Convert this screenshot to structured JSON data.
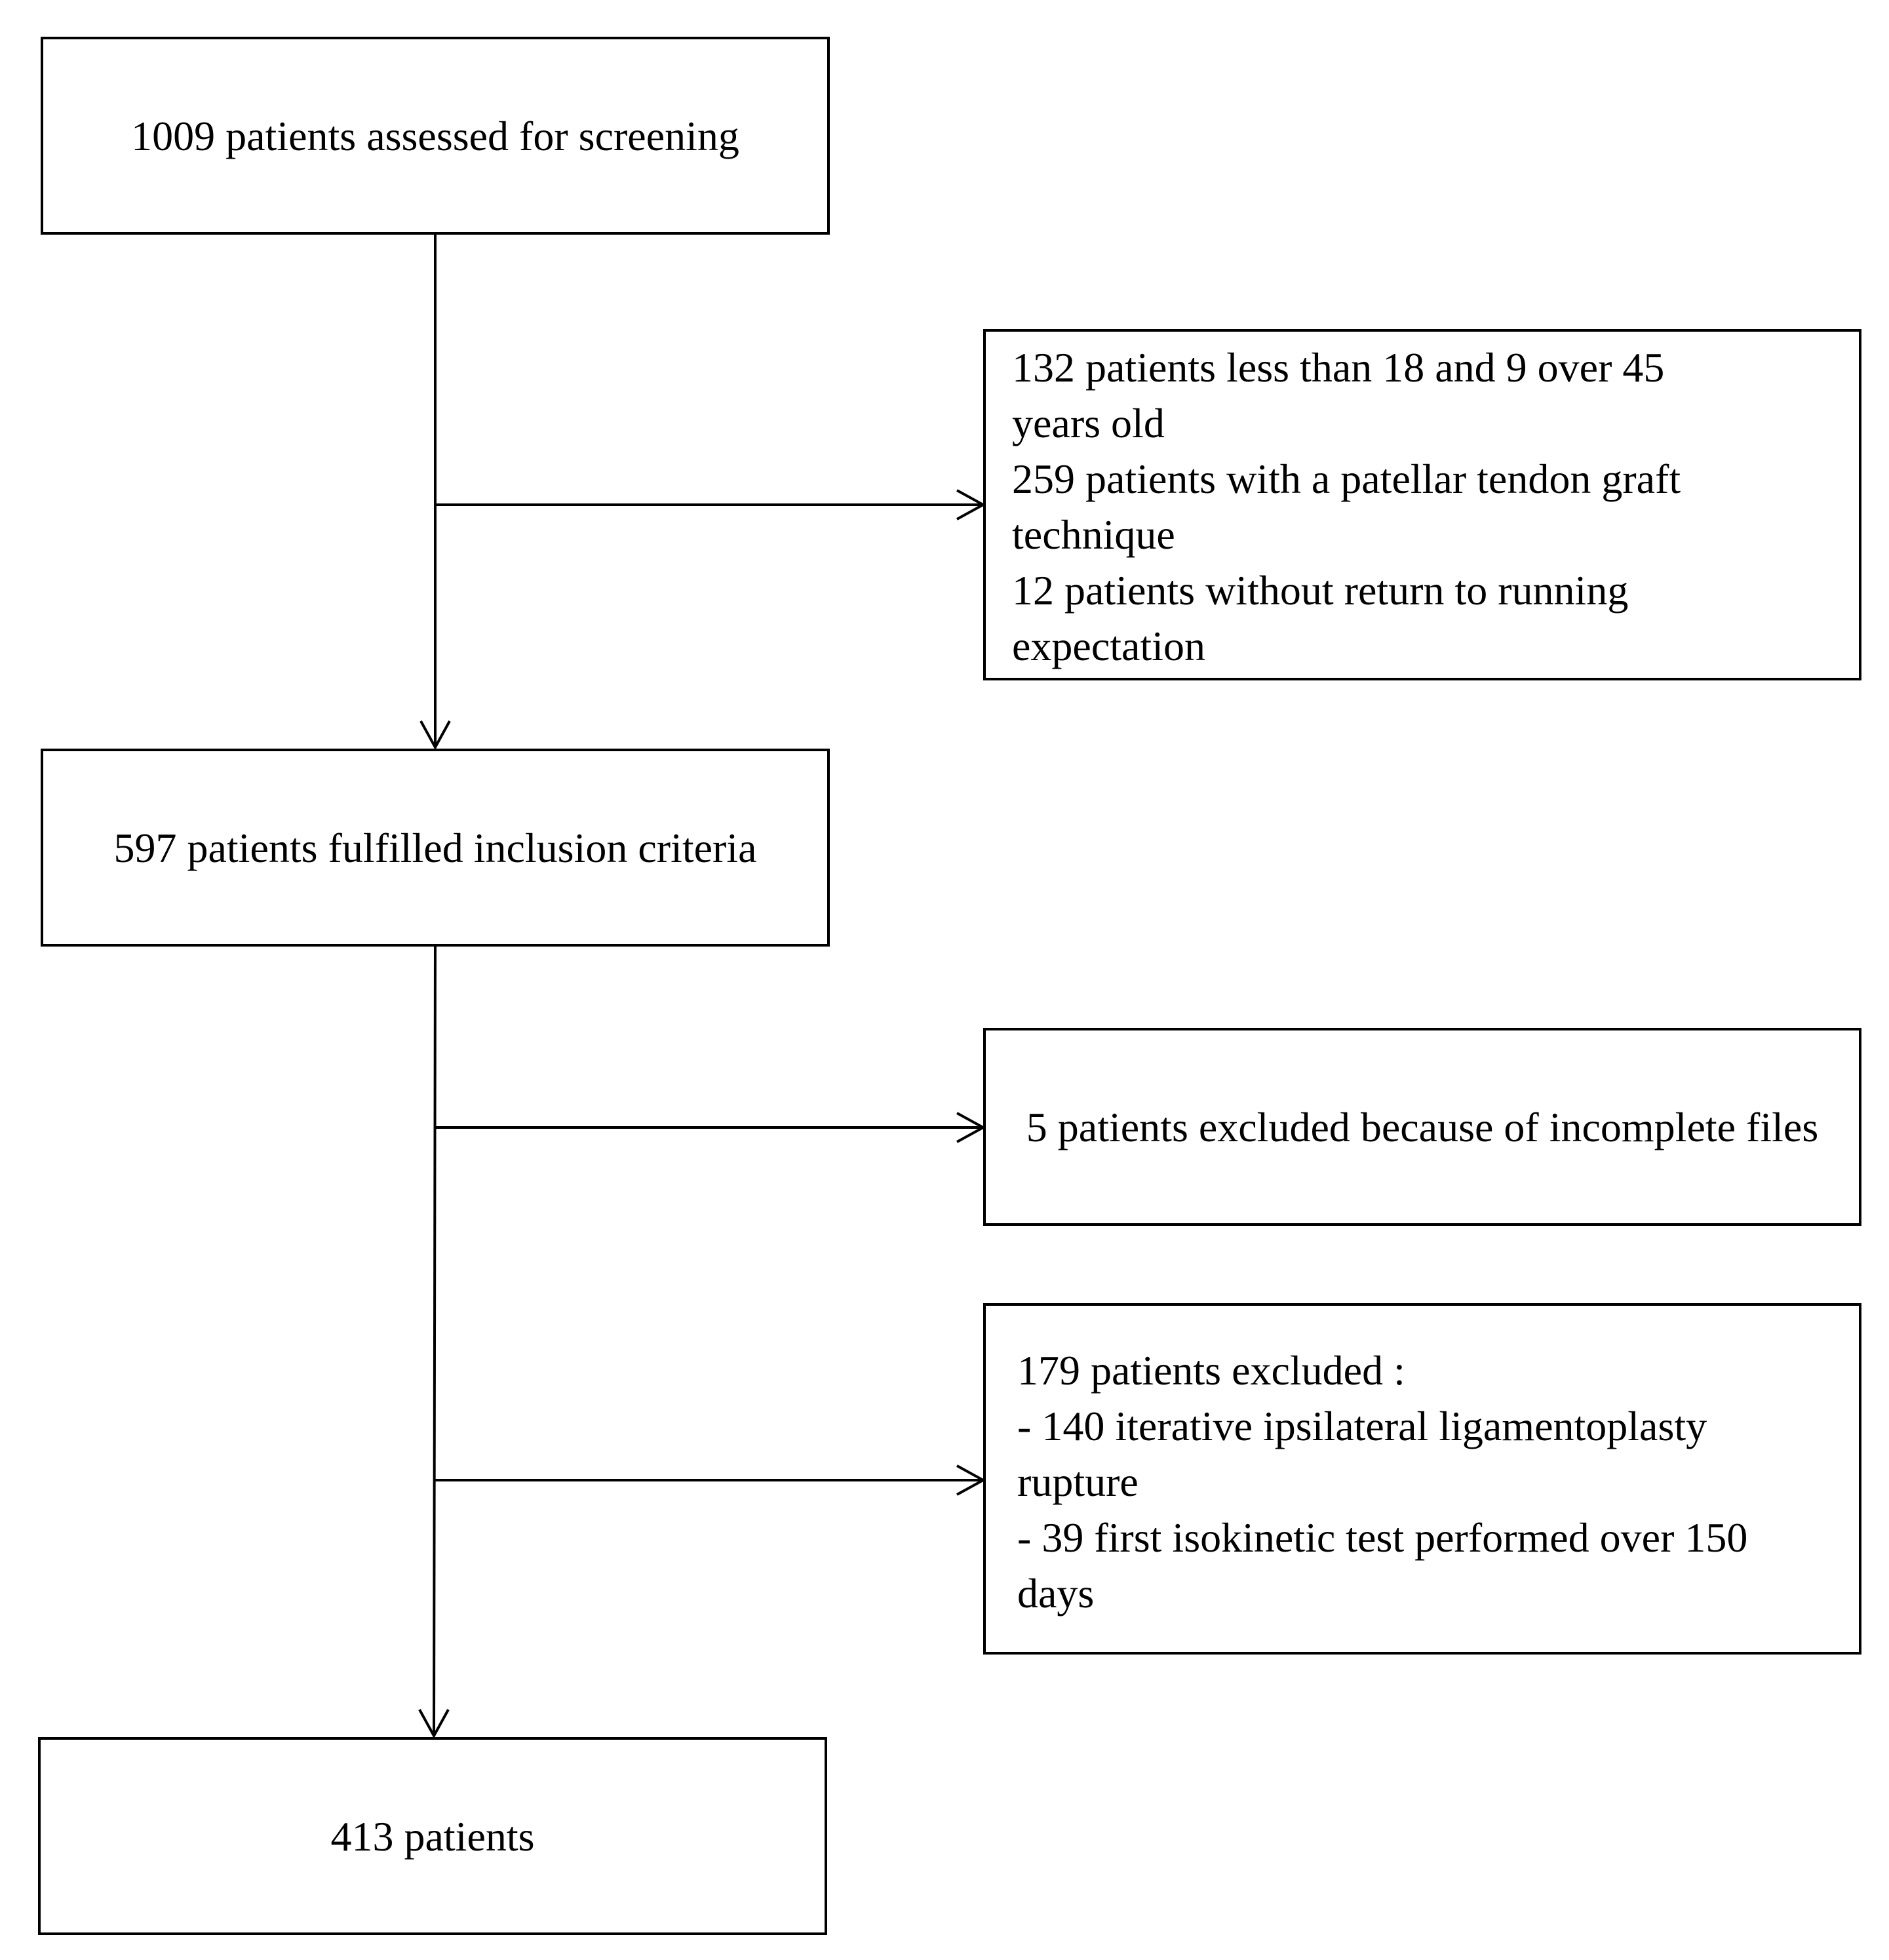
{
  "diagram": {
    "boxes": {
      "screening": {
        "lines": [
          "1009 patients assessed for screening"
        ]
      },
      "exclusion_1": {
        "lines": [
          "132 patients less than 18 and 9 over 45",
          "years old",
          "259 patients with a patellar tendon graft",
          "technique",
          "12 patients without return to running",
          "expectation"
        ]
      },
      "inclusion": {
        "lines": [
          "597 patients fulfilled inclusion criteria"
        ]
      },
      "exclusion_2": {
        "lines": [
          "5 patients excluded because of incomplete files"
        ]
      },
      "exclusion_3": {
        "lines": [
          "179 patients excluded :",
          "- 140 iterative ipsilateral ligamentoplasty",
          "rupture",
          "- 39 first isokinetic test performed over 150",
          "days"
        ]
      },
      "final": {
        "lines": [
          "413 patients"
        ]
      }
    },
    "line_color": "#000000",
    "background": "#ffffff"
  }
}
